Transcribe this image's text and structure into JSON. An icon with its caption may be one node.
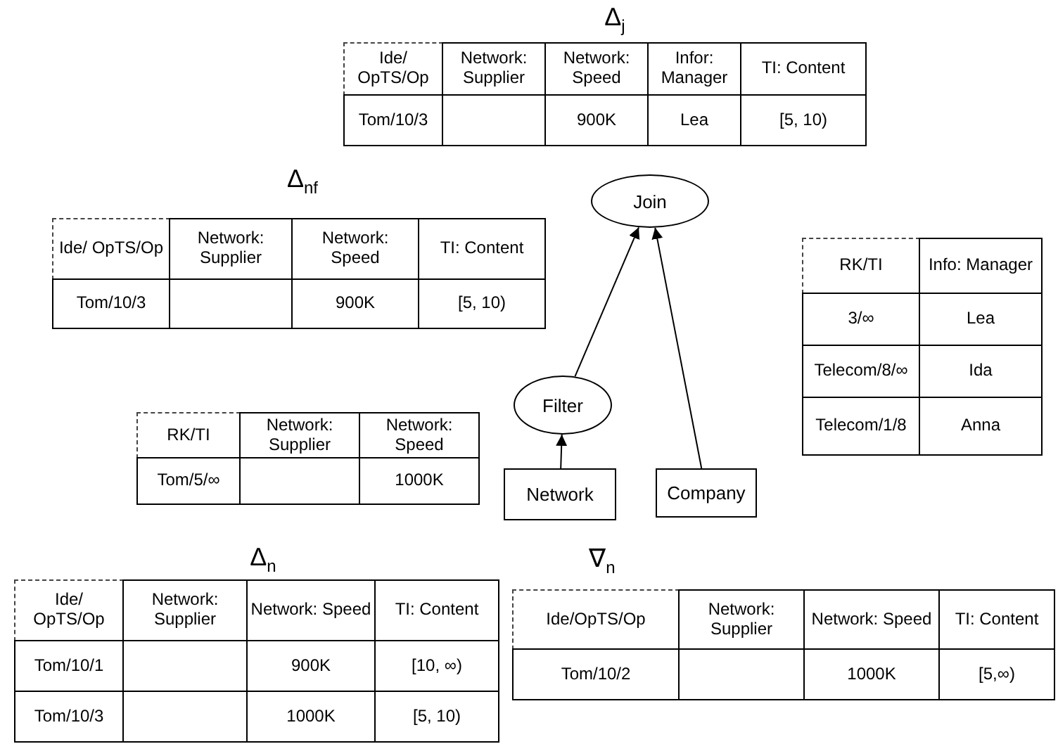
{
  "diagram": {
    "nodes": [
      {
        "text": [
          "Join"
        ]
      },
      {
        "text": [
          "Filter"
        ]
      },
      {
        "text": [
          "Network"
        ]
      },
      {
        "text": [
          "Company"
        ]
      }
    ],
    "edges": [
      {
        "from": 1,
        "to": 0,
        "arrow": "to"
      },
      {
        "from": 3,
        "to": 0,
        "arrow": "to"
      },
      {
        "from": 2,
        "to": 1,
        "arrow": "to"
      }
    ],
    "labels": [
      "Δ$_{j}$",
      "Ide/ OpTS/Op",
      "Network: Supplier",
      "Network: Speed",
      "Infor: Manager",
      "TI: Content",
      "Tom/10/3",
      "900K",
      "Lea",
      "[5, 10)",
      "Δ$_{nf}$",
      "Ide/ OpTS/Op",
      "Network: Supplier",
      "Network: Speed",
      "TI: Content",
      "Tom/10/3",
      "900K",
      "[5, 10)",
      "RK/TI",
      "Info: Manager",
      "3/∞",
      "Lea",
      "Telecom/8/∞",
      "Ida",
      "Telecom/1/8",
      "Anna",
      "RK/TI",
      "Network: Supplier",
      "Network: Speed",
      "Tom/5/∞",
      "1000K",
      "Δ$_{n}$",
      "Ide/ OpTS/Op",
      "Network: Supplier",
      "Network: Speed",
      "TI: Content",
      "Tom/10/1",
      "900K",
      "[10, ∞)",
      "Tom/10/3",
      "1000K",
      "[5, 10)",
      "∇$_{n}$",
      "Ide/OpTS/Op",
      "Network: Supplier",
      "Network: Speed",
      "TI: Content",
      "Tom/10/2",
      "1000K",
      "[5,∞)"
    ]
  }
}
